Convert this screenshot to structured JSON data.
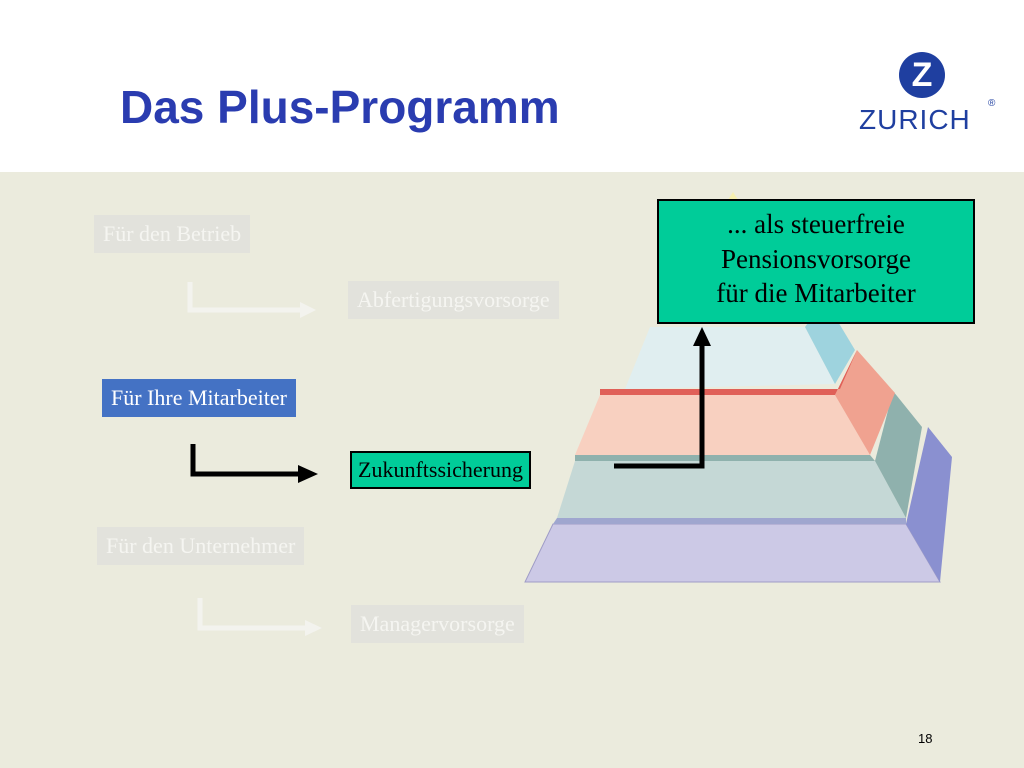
{
  "slide": {
    "title": "Das Plus-Programm",
    "page_number": "18"
  },
  "logo": {
    "name": "ZURICH",
    "mark": "Z",
    "registered": "®"
  },
  "groups": [
    {
      "heading": "Für den Betrieb",
      "target": "Abfertigungsvorsorge",
      "active": false
    },
    {
      "heading": "Für Ihre Mitarbeiter",
      "target": "Zukunftssicherung",
      "active": true
    },
    {
      "heading": "Für den Unternehmer",
      "target": "Managervorsorge",
      "active": false
    }
  ],
  "callout": {
    "lines": [
      "... als steuerfreie",
      "Pensionsvorsorge",
      "für die Mitarbeiter"
    ]
  },
  "colors": {
    "title": "#2a3cb0",
    "brand": "#1f3fa0",
    "background": "#ebebdd",
    "active_heading": "#4472c4",
    "highlight": "#00cc99"
  }
}
